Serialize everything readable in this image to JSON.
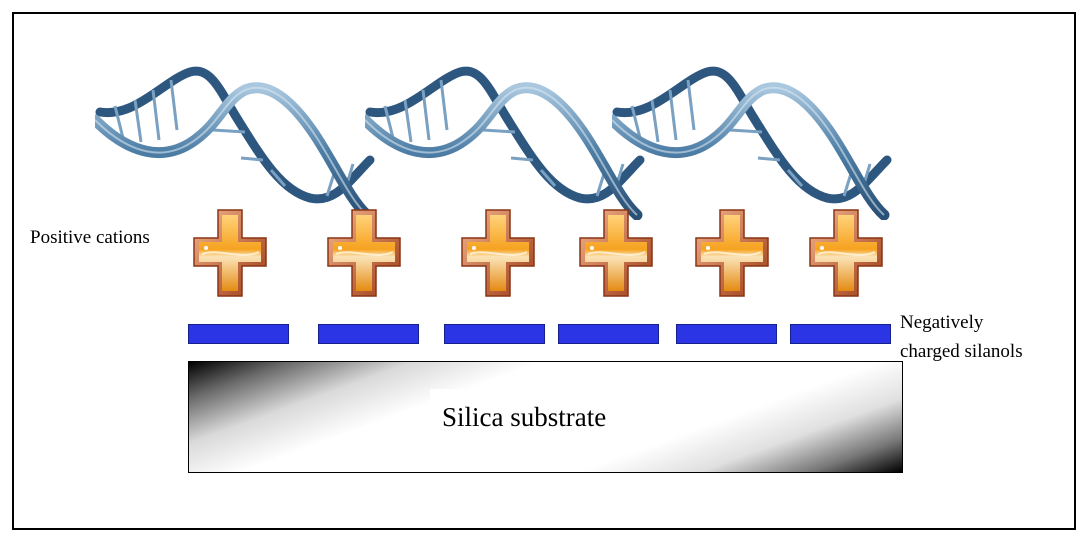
{
  "labels": {
    "cations": "Positive cations",
    "silanols_line1": "Negatively",
    "silanols_line2": "charged silanols",
    "substrate": "Silica substrate"
  },
  "icons": {
    "dna": "dna-double-helix-icon",
    "cation": "plus-cation-icon"
  },
  "colors": {
    "silanol": "#2b35e6",
    "cation_fill": "#f5a623",
    "cation_border": "#a8451c",
    "dna": "#4f7fa8"
  }
}
